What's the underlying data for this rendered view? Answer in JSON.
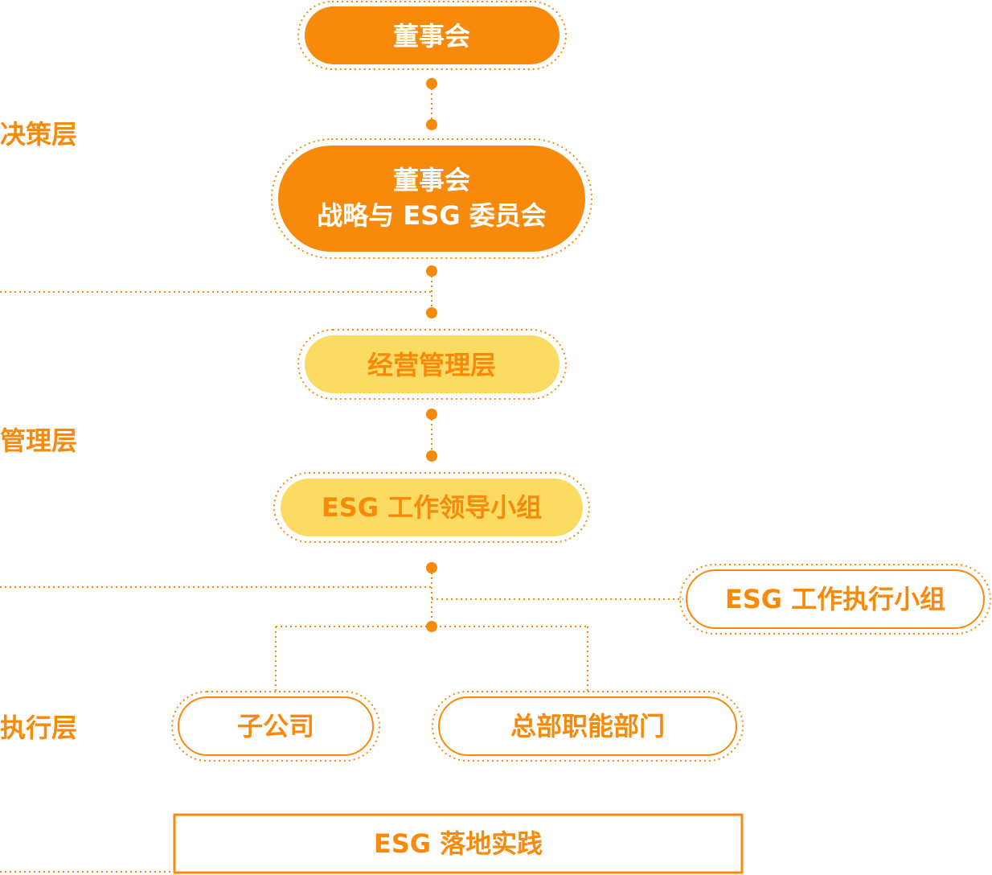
{
  "colors": {
    "orange": "#F78A0A",
    "yellow": "#FCDB63",
    "text_on_orange": "#FFFFFF",
    "text_orange": "#F78A0A",
    "connector": "#F78A0A"
  },
  "tiers": {
    "decision": "决策层",
    "management": "管理层",
    "execution": "执行层"
  },
  "nodes": {
    "board": "董事会",
    "strategy_committee_line1": "董事会",
    "strategy_committee_line2": "战略与 ESG 委员会",
    "operating_management": "经营管理层",
    "esg_leading_group": "ESG 工作领导小组",
    "esg_execution_group": "ESG 工作执行小组",
    "subsidiaries": "子公司",
    "hq_departments": "总部职能部门",
    "esg_practice": "ESG 落地实践"
  }
}
